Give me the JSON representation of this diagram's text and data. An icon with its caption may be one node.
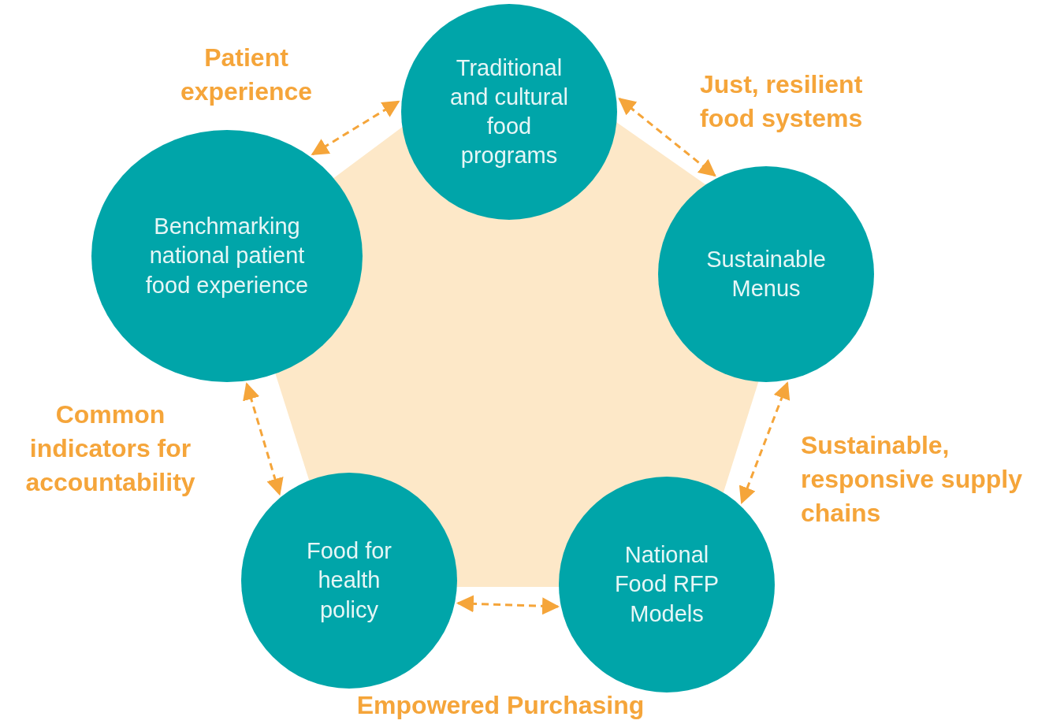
{
  "diagram": {
    "nodes": [
      {
        "text": [
          "Traditional and cultural food programs"
        ]
      },
      {
        "text": [
          "Benchmarking national patient food experience"
        ]
      },
      {
        "text": [
          "Sustainable Menus"
        ]
      },
      {
        "text": [
          "Food for health policy"
        ]
      },
      {
        "text": [
          "National Food RFP Models"
        ]
      }
    ],
    "edges": [
      {
        "from": 1,
        "to": 0,
        "arrow": "both",
        "style": "dashed",
        "label": "Patient experience"
      },
      {
        "from": 0,
        "to": 2,
        "arrow": "both",
        "style": "dashed",
        "label": "Just, resilient food systems"
      },
      {
        "from": 2,
        "to": 4,
        "arrow": "both",
        "style": "dashed",
        "label": "Sustainable, responsive supply chains"
      },
      {
        "from": 3,
        "to": 4,
        "arrow": "both",
        "style": "dashed",
        "label": "Empowered Purchasing"
      },
      {
        "from": 1,
        "to": 3,
        "arrow": "both",
        "style": "dashed",
        "label": "Common indicators for accountability"
      }
    ]
  }
}
